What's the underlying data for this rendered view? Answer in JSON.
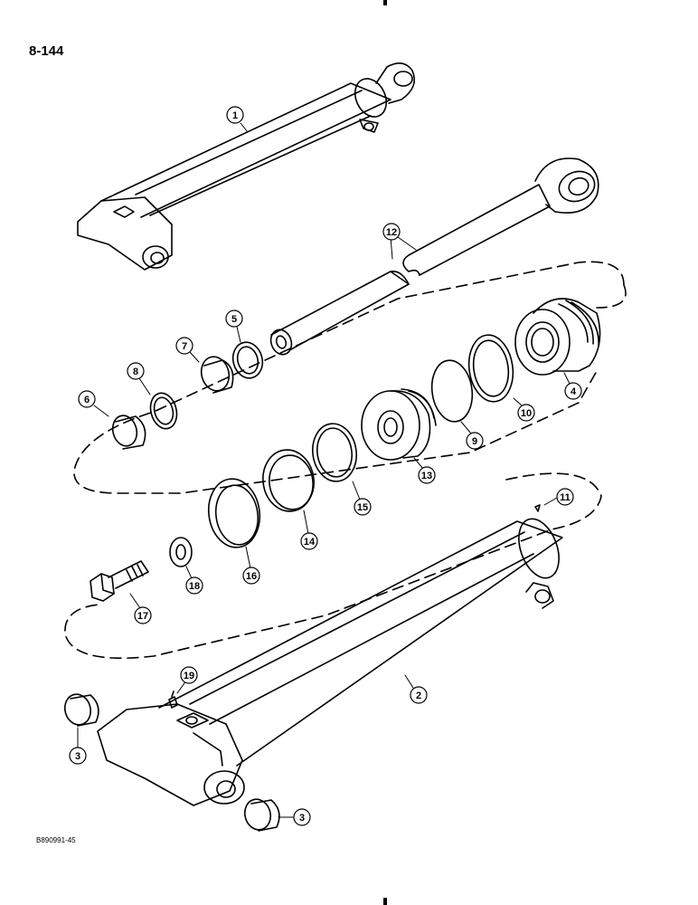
{
  "page": {
    "number": "8-144",
    "figure_code": "B890991-45"
  },
  "callouts": {
    "c1": "1",
    "c2": "2",
    "c3a": "3",
    "c3b": "3",
    "c4": "4",
    "c5": "5",
    "c6": "6",
    "c7": "7",
    "c8": "8",
    "c9": "9",
    "c10": "10",
    "c11": "11",
    "c12": "12",
    "c13": "13",
    "c14": "14",
    "c15": "15",
    "c16": "16",
    "c17": "17",
    "c18": "18",
    "c19": "19"
  },
  "colors": {
    "ink": "#000000",
    "paper": "#ffffff"
  }
}
